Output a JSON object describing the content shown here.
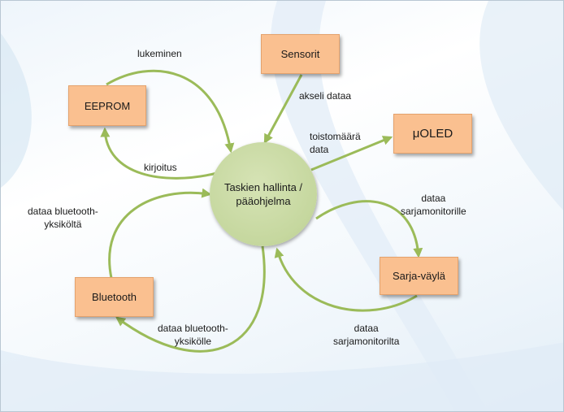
{
  "nodes": {
    "hub": "Taskien hallinta / pääohjelma",
    "eeprom": "EEPROM",
    "sensorit": "Sensorit",
    "oled": "μOLED",
    "sarja": "Sarja-väylä",
    "bluetooth": "Bluetooth"
  },
  "edges": {
    "lukeminen": "lukeminen",
    "kirjoitus": "kirjoitus",
    "akseli": "akseli dataa",
    "toisto_1": "toistomäärä",
    "toisto_2": "data",
    "sarjaan_1": "dataa",
    "sarjaan_2": "sarjamonitorille",
    "sarjasta_1": "dataa",
    "sarjasta_2": "sarjamonitorilta",
    "bt_in_1": "dataa bluetooth-",
    "bt_in_2": "yksiköltä",
    "bt_out_1": "dataa bluetooth-",
    "bt_out_2": "yksikölle"
  },
  "colors": {
    "box_fill": "#fac090",
    "hub_fill": "#c5d79e",
    "arrow": "#9bbb59"
  }
}
